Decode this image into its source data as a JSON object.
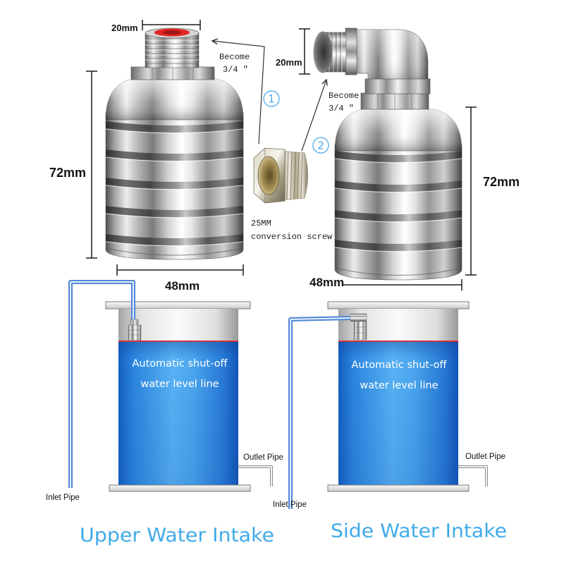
{
  "dimensions": {
    "upper_float": {
      "fitting_width": "20mm",
      "height": "72mm",
      "diameter": "48mm"
    },
    "side_float": {
      "fitting_width": "20mm",
      "height": "72mm",
      "diameter": "48mm"
    }
  },
  "conversion": {
    "step_1_marker": "1",
    "step_2_marker": "2",
    "upper_note": {
      "line1": "Become",
      "line2": "3/4 ″"
    },
    "side_note": {
      "line1": "Become",
      "line2": "3/4 ″"
    },
    "screw_label": {
      "line1": "25MM",
      "line2": "conversion screw"
    }
  },
  "installations": [
    {
      "water_line_text": {
        "line1": "Automatic shut-off",
        "line2": "water level line"
      },
      "inlet_label": "Inlet Pipe",
      "outlet_label": "Outlet Pipe",
      "caption": "Upper Water Intake"
    },
    {
      "water_line_text": {
        "line1": "Automatic shut-off",
        "line2": "water level line"
      },
      "inlet_label": "Inlet Pipe",
      "outlet_label": "Outlet Pipe",
      "caption": "Side Water Intake"
    }
  ],
  "colors": {
    "caption": "#35a6e6",
    "step_marker": "#4aa8e8",
    "water_line": "#d9303c",
    "inlet_pipe": "#4f86d6",
    "fitting_cap": "#e42424"
  }
}
